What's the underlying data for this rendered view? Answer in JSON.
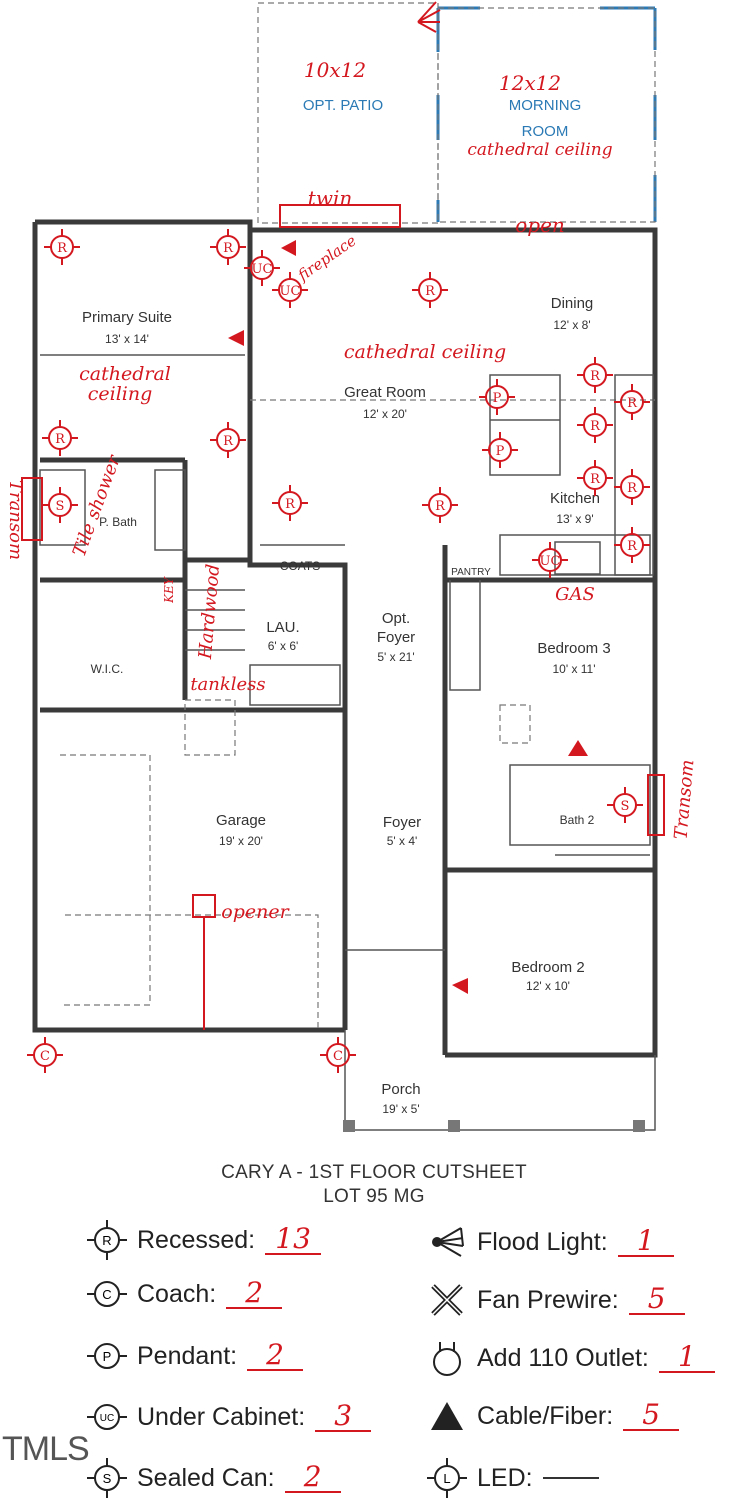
{
  "rooms": {
    "patio_name": "OPT. PATIO",
    "morning_name": "MORNING",
    "morning_name2": "ROOM",
    "primary_name": "Primary Suite",
    "primary_size": "13' x 14'",
    "great_name": "Great Room",
    "great_size": "12' x 20'",
    "dining_name": "Dining",
    "dining_size": "12' x 8'",
    "kitchen_name": "Kitchen",
    "kitchen_size": "13' x 9'",
    "pbath": "P. Bath",
    "coats": "COATS",
    "lau_name": "LAU.",
    "lau_size": "6' x 6'",
    "optfoyer_name": "Opt.",
    "optfoyer_name2": "Foyer",
    "optfoyer_size": "5' x 21'",
    "pantry": "PANTRY",
    "bed3_name": "Bedroom 3",
    "bed3_size": "10' x 11'",
    "wic": "W.I.C.",
    "garage_name": "Garage",
    "garage_size": "19' x 20'",
    "foyer_name": "Foyer",
    "foyer_size": "5' x 4'",
    "bath2": "Bath 2",
    "bed2_name": "Bedroom 2",
    "bed2_size": "12' x 10'",
    "porch_name": "Porch",
    "porch_size": "19' x 5'"
  },
  "notes": {
    "patio_size": "10x12",
    "morning_size": "12x12",
    "morning_ceiling": "cathedral ceiling",
    "twin": "twin",
    "fireplace": "fireplace",
    "open": "open",
    "primary_ceiling1": "cathedral",
    "primary_ceiling2": "ceiling",
    "great_ceiling": "cathedral ceiling",
    "transom_left": "Transom",
    "tile_shower": "Tile shower",
    "hardwood": "Hardwood",
    "tankless": "tankless",
    "gas": "GAS",
    "transom_right": "Transom",
    "opener": "opener",
    "key_mark": "KEY"
  },
  "title": {
    "line1": "CARY A - 1ST FLOOR CUTSHEET",
    "line2": "LOT 95 MG"
  },
  "legend": {
    "recessed": {
      "label": "Recessed:",
      "count": "13",
      "icon": "recessed-icon"
    },
    "coach": {
      "label": "Coach:",
      "count": "2",
      "icon": "coach-icon"
    },
    "pendant": {
      "label": "Pendant:",
      "count": "2",
      "icon": "pendant-icon"
    },
    "under_cabinet": {
      "label": "Under Cabinet:",
      "count": "3",
      "icon": "under-cabinet-icon"
    },
    "sealed_can": {
      "label": "Sealed Can:",
      "count": "2",
      "icon": "sealed-can-icon"
    },
    "flood": {
      "label": "Flood Light:",
      "count": "1",
      "icon": "flood-light-icon"
    },
    "fan": {
      "label": "Fan Prewire:",
      "count": "5",
      "icon": "fan-prewire-icon"
    },
    "outlet": {
      "label": "Add 110 Outlet:",
      "count": "1",
      "icon": "outlet-icon"
    },
    "cable": {
      "label": "Cable/Fiber:",
      "count": "5",
      "icon": "cable-fiber-icon"
    },
    "led": {
      "label": "LED:",
      "count": "",
      "icon": "led-icon"
    }
  },
  "watermark": "TMLS",
  "colors": {
    "markup": "#d41820",
    "label_blue": "#2b7ab5",
    "walls": "#3a3a3a"
  }
}
